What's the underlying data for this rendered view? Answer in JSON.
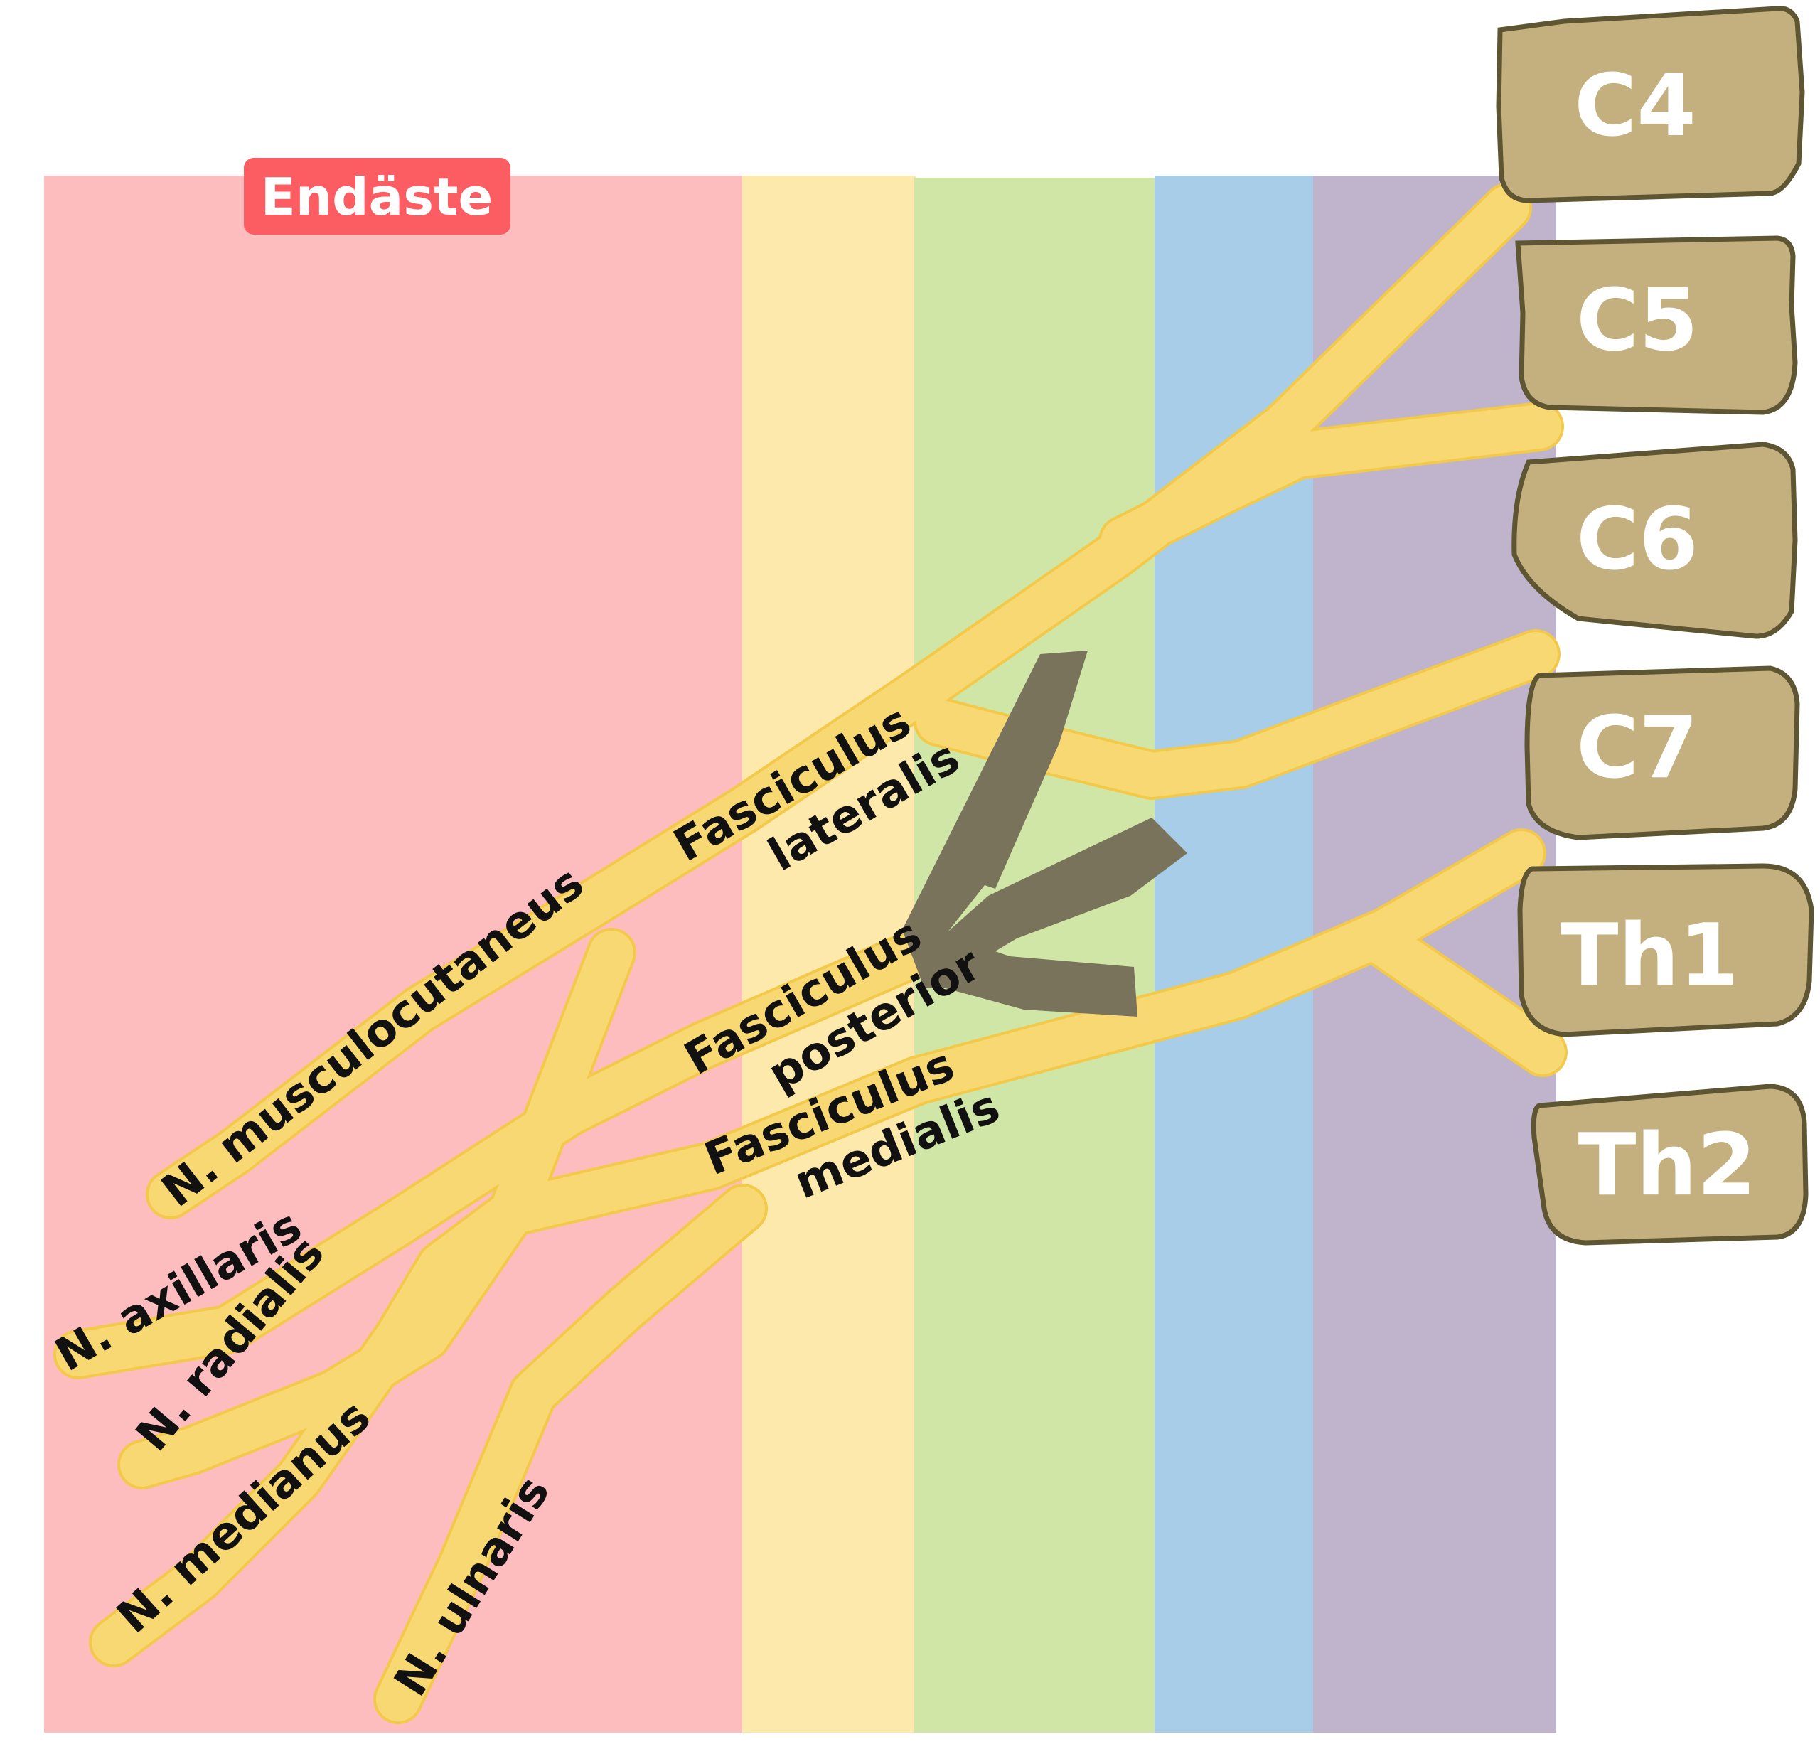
{
  "colors": {
    "region_terminal": "#fdbcbe",
    "region_cords": "#fde9ab",
    "region_divisions": "#d0e6a7",
    "region_trunks": "#a7cde8",
    "region_roots": "#bfb4cc",
    "nerve": "#f8d873",
    "nerve_outline": "#f3c94a",
    "posterior_division": "#7a735c",
    "vertebra": "#c4b07e",
    "vertebra_outline": "#5e5532",
    "badge": "#fb5d63"
  },
  "badge": {
    "label": "Endäste"
  },
  "vertebrae": [
    {
      "label": "C4"
    },
    {
      "label": "C5"
    },
    {
      "label": "C6"
    },
    {
      "label": "C7"
    },
    {
      "label": "Th1"
    },
    {
      "label": "Th2"
    }
  ],
  "cords": {
    "lateral": {
      "line1": "Fasciculus",
      "line2": "lateralis"
    },
    "posterior": {
      "line1": "Fasciculus",
      "line2": "posterior"
    },
    "medial": {
      "line1": "Fasciculus",
      "line2": "medialis"
    }
  },
  "terminal_branches": {
    "musculocutaneus": "N. musculocutaneus",
    "axillaris": "N. axillaris",
    "radialis": "N. radialis",
    "medianus": "N. medianus",
    "ulnaris": "N. ulnaris"
  }
}
